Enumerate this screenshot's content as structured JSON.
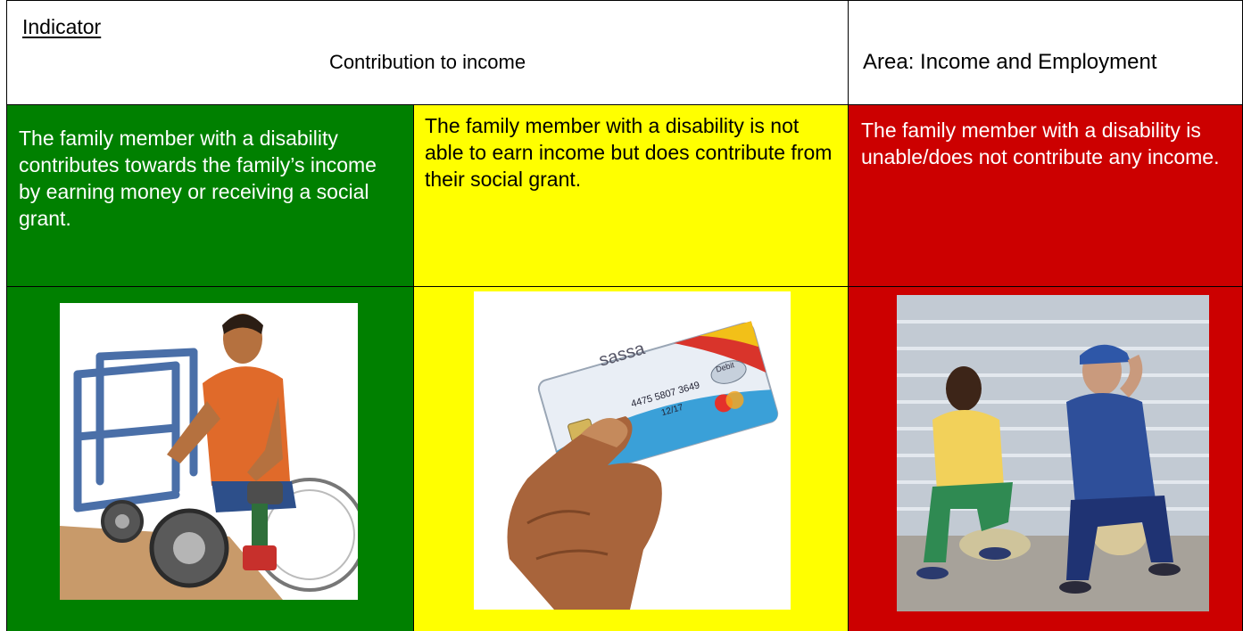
{
  "header": {
    "indicator_label": "Indicator",
    "indicator_value": "Contribution to income",
    "area": "Area: Income and Employment"
  },
  "levels": [
    {
      "color": "#008000",
      "text": "The family member with a disability contributes towards the family’s income by earning money or receiving a social grant.",
      "illustration": "man-in-wheelchair-repairing-wheelchair"
    },
    {
      "color": "#ffff00",
      "text": "The family member with a disability is not able to earn income but does contribute from their social grant.",
      "illustration": "hand-holding-sassa-card",
      "card": {
        "brand": "sassa",
        "number": "4475 5807 3649",
        "expiry": "12/17",
        "network": "Debit"
      }
    },
    {
      "color": "#cc0000",
      "text": "The family member with a disability is unable/does not contribute any income.",
      "illustration": "two-men-sitting-idle"
    }
  ]
}
